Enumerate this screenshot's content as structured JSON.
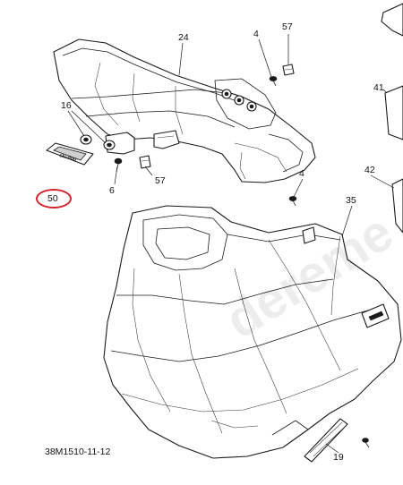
{
  "diagram": {
    "drawing_code": "38M1510-11-12",
    "highlight_color": "#d2232a",
    "watermark": "dereme",
    "decal_text": "ski-doo",
    "callouts": [
      {
        "id": "24",
        "label": "24"
      },
      {
        "id": "4a",
        "label": "4"
      },
      {
        "id": "57a",
        "label": "57"
      },
      {
        "id": "41",
        "label": "41"
      },
      {
        "id": "16",
        "label": "16"
      },
      {
        "id": "6",
        "label": "6"
      },
      {
        "id": "57b",
        "label": "57"
      },
      {
        "id": "4b",
        "label": "4"
      },
      {
        "id": "42",
        "label": "42"
      },
      {
        "id": "50",
        "label": "50"
      },
      {
        "id": "35",
        "label": "35"
      },
      {
        "id": "19",
        "label": "19"
      }
    ]
  }
}
